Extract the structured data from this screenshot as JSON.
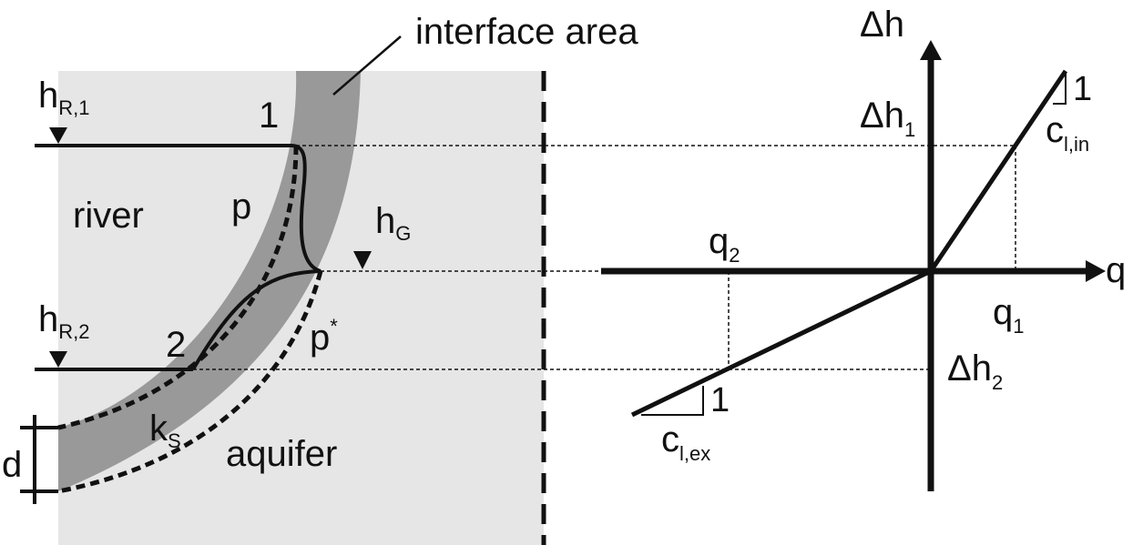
{
  "labels": {
    "interface_area": "interface area",
    "river": "river",
    "aquifer": "aquifer",
    "p": "p",
    "p_star": "p",
    "p_star_sup": "*",
    "point_1": "1",
    "point_2": "2",
    "h": "h",
    "hR1_sub": "R,1",
    "hR2_sub": "R,2",
    "hG_sub": "G",
    "k": "k",
    "kS_sub": "S",
    "d": "d",
    "delta_h": "Δh",
    "delta_h1": "Δh",
    "delta_h1_sub": "1",
    "delta_h2": "Δh",
    "delta_h2_sub": "2",
    "q_axis": "q",
    "q1": "q",
    "q1_sub": "1",
    "q2": "q",
    "q2_sub": "2",
    "slope_in_1": "1",
    "c_in": "c",
    "c_in_sub": "l,in",
    "slope_ex_1": "1",
    "c_ex": "c",
    "c_ex_sub": "l,ex"
  },
  "colors": {
    "aquifer_fill": "#e6e6e6",
    "interface_fill": "#999999",
    "ink": "#111111"
  }
}
